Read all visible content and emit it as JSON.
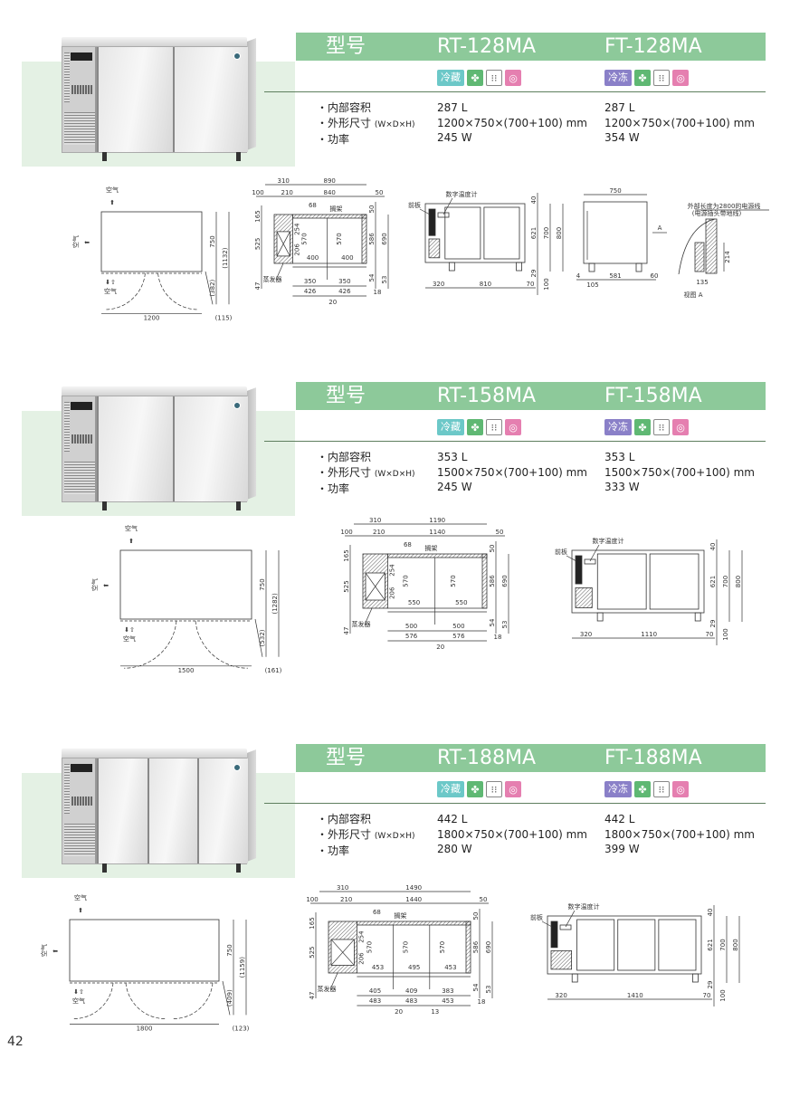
{
  "model_label": "型号",
  "spec_labels": {
    "capacity": "・内部容积",
    "dimensions": "・外形尺寸",
    "dimensions_unit": "(W×D×H)",
    "power": "・功率"
  },
  "colors": {
    "band": "#8dc99a",
    "panel": "#e4f1e4",
    "chill_badge": "#6cc8c8",
    "freeze_badge": "#8a80c8",
    "fan_icon": "#5fb873",
    "pink_icon": "#e57fb0"
  },
  "icons": [
    "fan-icon",
    "outlet-icon",
    "defrost-icon"
  ],
  "sections": [
    {
      "models": [
        {
          "name": "RT-128MA",
          "badge": "冷藏",
          "capacity": "287 L",
          "dimensions": "1200×750×(700+100) mm",
          "power": "245 W"
        },
        {
          "name": "FT-128MA",
          "badge": "冷冻",
          "capacity": "287 L",
          "dimensions": "1200×750×(700+100) mm",
          "power": "354 W"
        }
      ],
      "doors": 2,
      "plan": {
        "air_top": "空气",
        "air_left": "空气",
        "air_bottom": "空气",
        "width": "1200",
        "depth": "750",
        "total": "(1132)",
        "swing": "(382)",
        "ext": "(115)"
      },
      "section": {
        "w_left": "310",
        "w_total": "890",
        "d100": "100",
        "d210": "210",
        "w_inner": "840",
        "w_right": "50",
        "shelf_gap": "68",
        "shelf": "搁架",
        "h_top": "165",
        "h_mid": "525",
        "h_bot": "47",
        "h254": "254",
        "h206": "206",
        "h570": [
          "570",
          "570"
        ],
        "shelf_w": [
          "400",
          "400"
        ],
        "top50": "50",
        "h586": "586",
        "h690": "690",
        "h54": "54",
        "h53": "53",
        "door_w": [
          "350",
          "350"
        ],
        "door_pitch": [
          "426",
          "426"
        ],
        "right18": "18",
        "gaps": [
          "20"
        ],
        "evap": "蒸发器"
      },
      "front": {
        "thermo": "数字温度计",
        "panel": "前板",
        "top40": "40",
        "h621": "621",
        "h700": "700",
        "h800": "800",
        "h29": "29",
        "h100": "100",
        "w_left": "320",
        "w_mid": "810",
        "w_right": "70"
      },
      "side": {
        "w": "750",
        "arrow": "A",
        "left": "4",
        "leg": "105",
        "mid": "581",
        "right": "60"
      },
      "view_a": {
        "cable": "外部长度为2800的电源线",
        "plug": "(电源插头带地线)",
        "h": "214",
        "w": "135",
        "title": "视图 A"
      }
    },
    {
      "models": [
        {
          "name": "RT-158MA",
          "badge": "冷藏",
          "capacity": "353 L",
          "dimensions": "1500×750×(700+100) mm",
          "power": "245 W"
        },
        {
          "name": "FT-158MA",
          "badge": "冷冻",
          "capacity": "353 L",
          "dimensions": "1500×750×(700+100) mm",
          "power": "333 W"
        }
      ],
      "doors": 2,
      "plan": {
        "air_top": "空气",
        "air_left": "空气",
        "air_bottom": "空气",
        "width": "1500",
        "depth": "750",
        "total": "(1282)",
        "swing": "(532)",
        "ext": "(161)"
      },
      "section": {
        "w_left": "310",
        "w_total": "1190",
        "d100": "100",
        "d210": "210",
        "w_inner": "1140",
        "w_right": "50",
        "shelf_gap": "68",
        "shelf": "搁架",
        "h_top": "165",
        "h_mid": "525",
        "h_bot": "47",
        "h254": "254",
        "h206": "206",
        "h570": [
          "570",
          "570"
        ],
        "shelf_w": [
          "550",
          "550"
        ],
        "top50": "50",
        "h586": "586",
        "h690": "690",
        "h54": "54",
        "h53": "53",
        "door_w": [
          "500",
          "500"
        ],
        "door_pitch": [
          "576",
          "576"
        ],
        "right18": "18",
        "gaps": [
          "20"
        ],
        "evap": "蒸发器"
      },
      "front": {
        "thermo": "数字温度计",
        "panel": "前板",
        "top40": "40",
        "h621": "621",
        "h700": "700",
        "h800": "800",
        "h29": "29",
        "h100": "100",
        "w_left": "320",
        "w_mid": "1110",
        "w_right": "70"
      }
    },
    {
      "models": [
        {
          "name": "RT-188MA",
          "badge": "冷藏",
          "capacity": "442 L",
          "dimensions": "1800×750×(700+100) mm",
          "power": "280 W"
        },
        {
          "name": "FT-188MA",
          "badge": "冷冻",
          "capacity": "442 L",
          "dimensions": "1800×750×(700+100) mm",
          "power": "399 W"
        }
      ],
      "doors": 3,
      "plan": {
        "air_top": "空气",
        "air_left": "空气",
        "air_bottom": "空气",
        "width": "1800",
        "depth": "750",
        "total": "(1159)",
        "swing": "(409)",
        "ext": "(123)"
      },
      "section": {
        "w_left": "310",
        "w_total": "1490",
        "d100": "100",
        "d210": "210",
        "w_inner": "1440",
        "w_right": "50",
        "shelf_gap": "68",
        "shelf": "搁架",
        "h_top": "165",
        "h_mid": "525",
        "h_bot": "47",
        "h254": "254",
        "h206": "206",
        "h570": [
          "570",
          "570",
          "570"
        ],
        "shelf_w": [
          "453",
          "495",
          "453"
        ],
        "top50": "50",
        "h586": "586",
        "h690": "690",
        "h54": "54",
        "h53": "53",
        "door_w": [
          "405",
          "409",
          "383"
        ],
        "door_pitch": [
          "483",
          "483",
          "453"
        ],
        "right18": "18",
        "gaps": [
          "20",
          "13"
        ],
        "evap": "蒸发器"
      },
      "front": {
        "thermo": "数字温度计",
        "panel": "前板",
        "top40": "40",
        "h621": "621",
        "h700": "700",
        "h800": "800",
        "h29": "29",
        "h100": "100",
        "w_left": "320",
        "w_mid": "1410",
        "w_right": "70"
      }
    }
  ],
  "page_number": "42"
}
